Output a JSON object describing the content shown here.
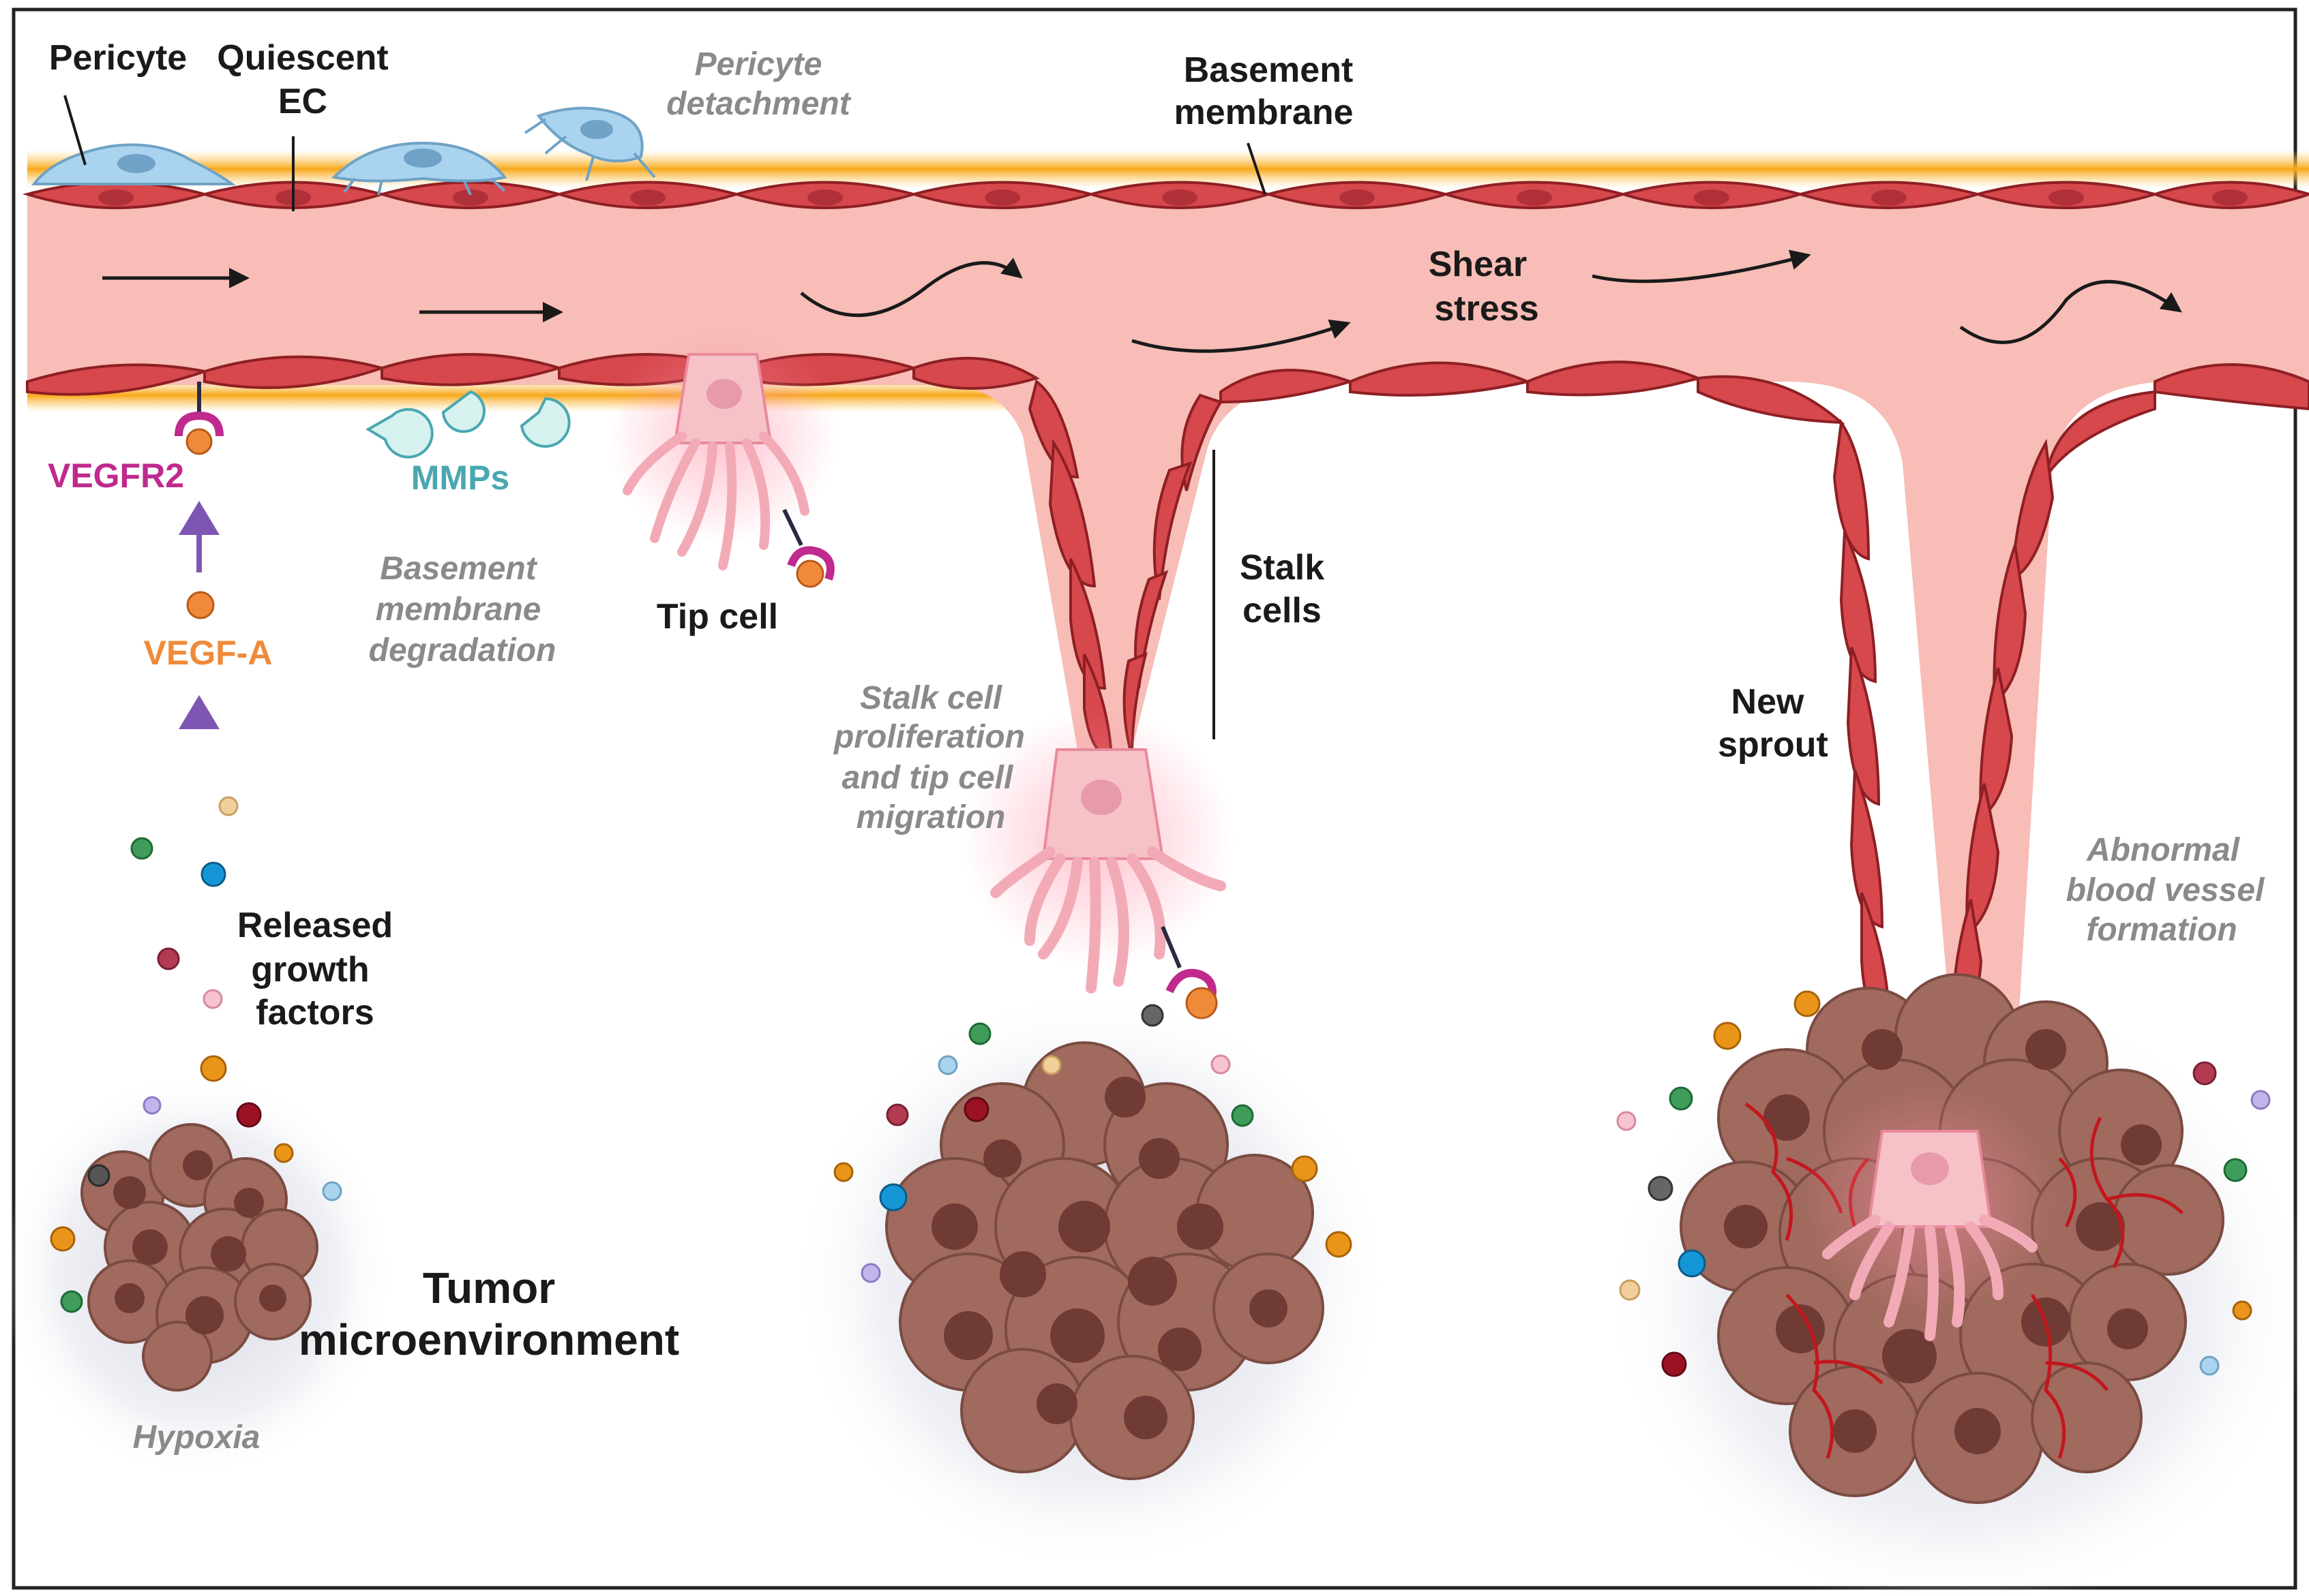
{
  "labels": {
    "pericyte": "Pericyte",
    "quiescent_ec_1": "Quiescent",
    "quiescent_ec_2": "EC",
    "pericyte_detachment_1": "Pericyte",
    "pericyte_detachment_2": "detachment",
    "basement_membrane_1": "Basement",
    "basement_membrane_2": "membrane",
    "shear_stress_1": "Shear",
    "shear_stress_2": "stress",
    "vegfr2": "VEGFR2",
    "mmps": "MMPs",
    "vegf_a": "VEGF-A",
    "bm_degradation_1": "Basement",
    "bm_degradation_2": "membrane",
    "bm_degradation_3": "degradation",
    "tip_cell": "Tip cell",
    "stalk_cells_1": "Stalk",
    "stalk_cells_2": "cells",
    "stalk_prolif_1": "Stalk cell",
    "stalk_prolif_2": "proliferation",
    "stalk_prolif_3": "and tip cell",
    "stalk_prolif_4": "migration",
    "new_sprout_1": "New",
    "new_sprout_2": "sprout",
    "released_gf_1": "Released",
    "released_gf_2": "growth",
    "released_gf_3": "factors",
    "tumor_me_1": "Tumor",
    "tumor_me_2": "microenvironment",
    "hypoxia": "Hypoxia",
    "abnormal_1": "Abnormal",
    "abnormal_2": "blood vessel",
    "abnormal_3": "formation"
  },
  "colors": {
    "vessel_lumen": "#f7bdb6",
    "endothelial_cell": "#d6484c",
    "endothelial_edge": "#8e1f24",
    "basement_membrane": "#f7a81b",
    "pericyte": "#a9d3ee",
    "tip_cell": "#f6c2c8",
    "tumor": "#a06a5e",
    "vegfr2": "#c0298e",
    "vegf_a": "#ef8a3a",
    "mmps": "#4aa7b0",
    "arrow_purple": "#7f55b4"
  },
  "icons": {
    "flow_arrow": "flow-arrow-icon",
    "shear_arrow": "shear-stress-arrow-icon",
    "receptor": "vegfr2-receptor-icon",
    "mmp": "mmp-enzyme-icon",
    "growth_factor": "growth-factor-dot-icon"
  }
}
